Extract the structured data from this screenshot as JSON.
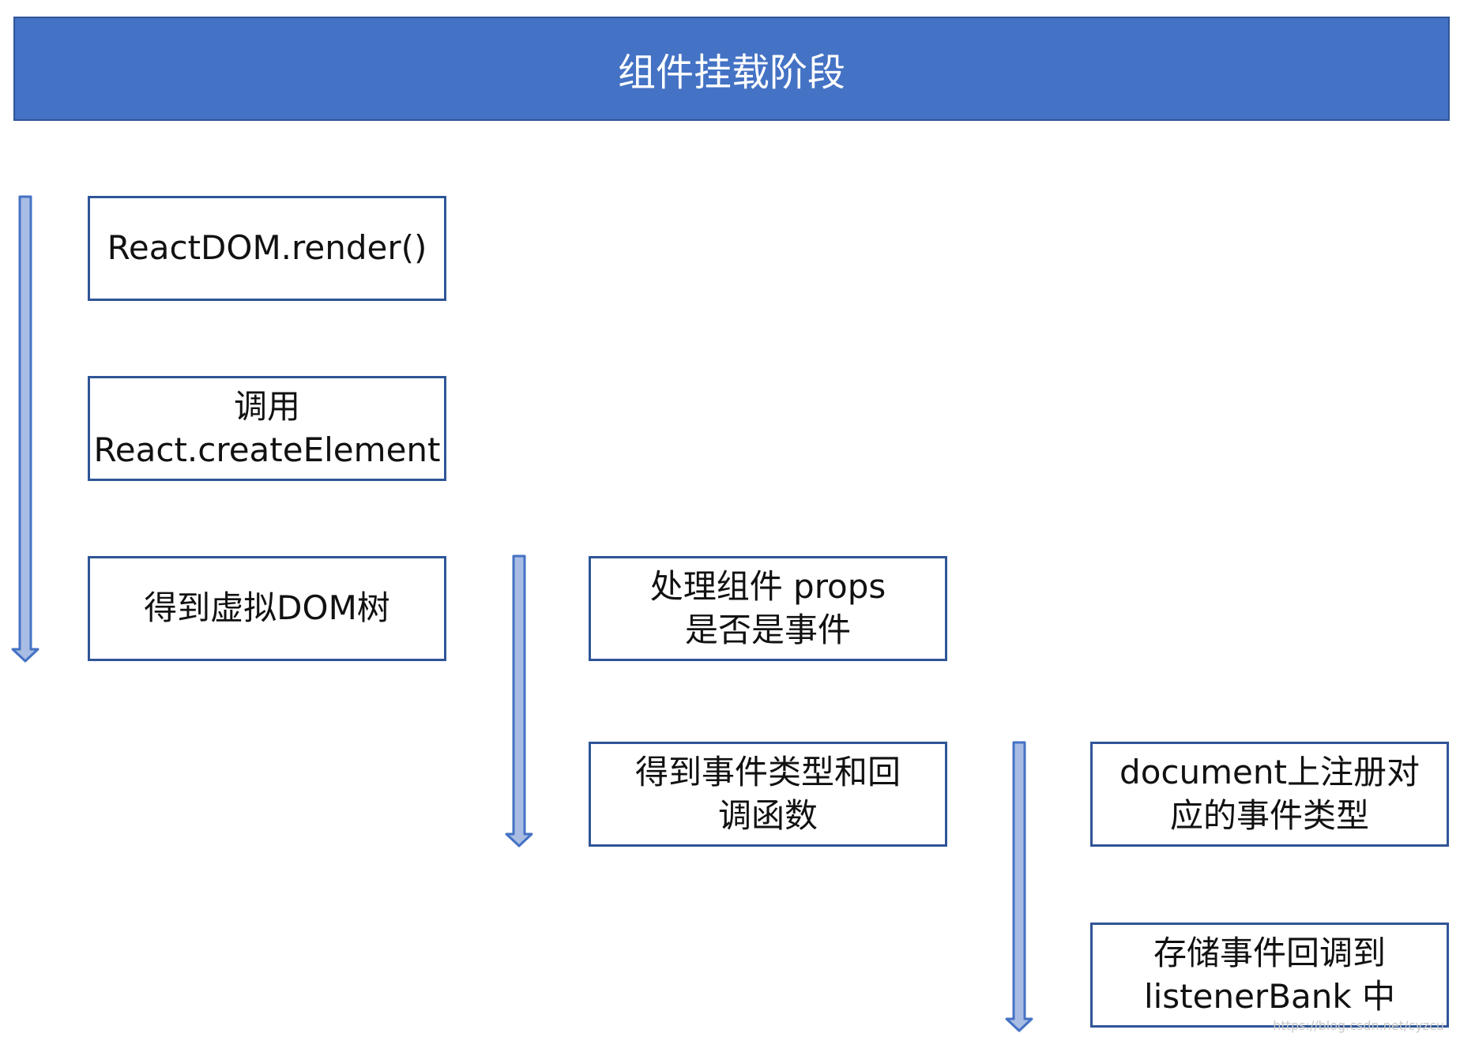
{
  "title": "组件挂载阶段",
  "colors": {
    "header_fill": "#4472C4",
    "box_border": "#2F5597",
    "arrow_fill": "#A9BCE3",
    "arrow_stroke": "#4472C4"
  },
  "steps": [
    {
      "lines": [
        "ReactDOM.render()"
      ]
    },
    {
      "lines": [
        "调用",
        "React.createElement"
      ]
    },
    {
      "lines": [
        "得到虚拟DOM树"
      ]
    },
    {
      "lines": [
        "处理组件 props",
        "是否是事件"
      ]
    },
    {
      "lines": [
        "得到事件类型和回",
        "调函数"
      ]
    },
    {
      "lines": [
        "document上注册对",
        "应的事件类型"
      ]
    },
    {
      "lines": [
        "存储事件回调到",
        "listenerBank 中"
      ]
    }
  ],
  "watermark": "https://blog.csdn.net/cyzcu"
}
